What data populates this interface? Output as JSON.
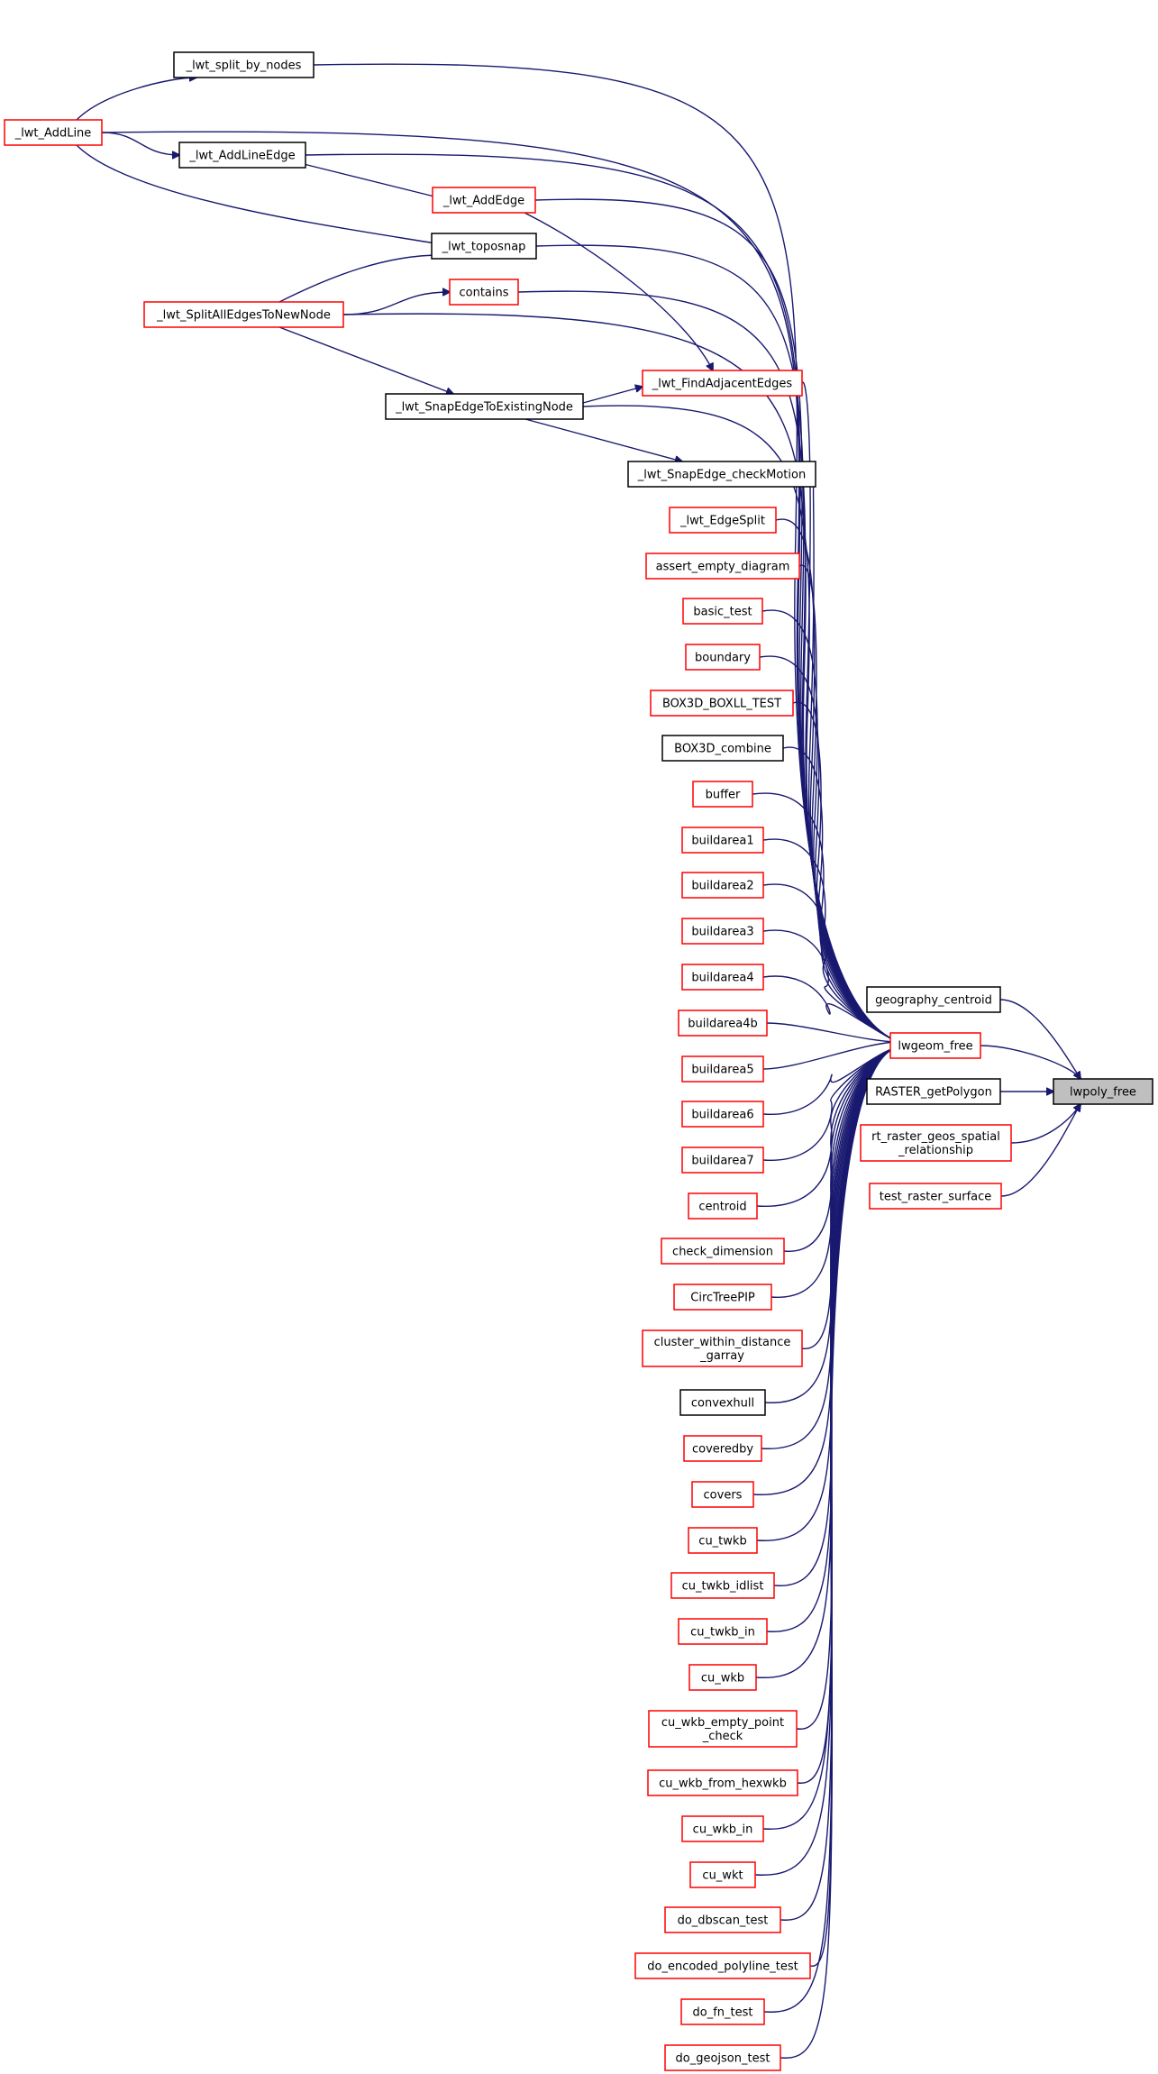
{
  "diagram": {
    "colors": {
      "edge": "#191970",
      "truncated_border": "#ff0000",
      "normal_border": "#000000",
      "root_fill": "#bfbfbf"
    },
    "root": {
      "id": "root",
      "label": [
        "lwpoly_free"
      ]
    },
    "nodes": [
      {
        "id": "geography_centroid",
        "label": [
          "geography_centroid"
        ],
        "border": "black"
      },
      {
        "id": "lwgeom_free",
        "label": [
          "lwgeom_free"
        ],
        "border": "red"
      },
      {
        "id": "RASTER_getPolygon",
        "label": [
          "RASTER_getPolygon"
        ],
        "border": "black"
      },
      {
        "id": "rt_raster_geos",
        "label": [
          "rt_raster_geos_spatial",
          "_relationship"
        ],
        "border": "red"
      },
      {
        "id": "test_raster_surface",
        "label": [
          "test_raster_surface"
        ],
        "border": "red"
      },
      {
        "id": "split_by_nodes",
        "label": [
          "_lwt_split_by_nodes"
        ],
        "border": "black"
      },
      {
        "id": "AddLine",
        "label": [
          "_lwt_AddLine"
        ],
        "border": "red"
      },
      {
        "id": "AddLineEdge",
        "label": [
          "_lwt_AddLineEdge"
        ],
        "border": "black"
      },
      {
        "id": "AddEdge",
        "label": [
          "_lwt_AddEdge"
        ],
        "border": "red"
      },
      {
        "id": "toposnap",
        "label": [
          "_lwt_toposnap"
        ],
        "border": "black"
      },
      {
        "id": "contains",
        "label": [
          "contains"
        ],
        "border": "red"
      },
      {
        "id": "SplitAll",
        "label": [
          "_lwt_SplitAllEdgesToNewNode"
        ],
        "border": "red"
      },
      {
        "id": "FindAdj",
        "label": [
          "_lwt_FindAdjacentEdges"
        ],
        "border": "red"
      },
      {
        "id": "SnapExisting",
        "label": [
          "_lwt_SnapEdgeToExistingNode"
        ],
        "border": "black"
      },
      {
        "id": "SnapCheck",
        "label": [
          "_lwt_SnapEdge_checkMotion"
        ],
        "border": "black"
      },
      {
        "id": "EdgeSplit",
        "label": [
          "_lwt_EdgeSplit"
        ],
        "border": "red"
      },
      {
        "id": "assert_empty_diagram",
        "label": [
          "assert_empty_diagram"
        ],
        "border": "red"
      },
      {
        "id": "basic_test",
        "label": [
          "basic_test"
        ],
        "border": "red"
      },
      {
        "id": "boundary",
        "label": [
          "boundary"
        ],
        "border": "red"
      },
      {
        "id": "BOX3D_BOXLL_TEST",
        "label": [
          "BOX3D_BOXLL_TEST"
        ],
        "border": "red"
      },
      {
        "id": "BOX3D_combine",
        "label": [
          "BOX3D_combine"
        ],
        "border": "black"
      },
      {
        "id": "buffer",
        "label": [
          "buffer"
        ],
        "border": "red"
      },
      {
        "id": "buildarea1",
        "label": [
          "buildarea1"
        ],
        "border": "red"
      },
      {
        "id": "buildarea2",
        "label": [
          "buildarea2"
        ],
        "border": "red"
      },
      {
        "id": "buildarea3",
        "label": [
          "buildarea3"
        ],
        "border": "red"
      },
      {
        "id": "buildarea4",
        "label": [
          "buildarea4"
        ],
        "border": "red"
      },
      {
        "id": "buildarea4b",
        "label": [
          "buildarea4b"
        ],
        "border": "red"
      },
      {
        "id": "buildarea5",
        "label": [
          "buildarea5"
        ],
        "border": "red"
      },
      {
        "id": "buildarea6",
        "label": [
          "buildarea6"
        ],
        "border": "red"
      },
      {
        "id": "buildarea7",
        "label": [
          "buildarea7"
        ],
        "border": "red"
      },
      {
        "id": "centroid",
        "label": [
          "centroid"
        ],
        "border": "red"
      },
      {
        "id": "check_dimension",
        "label": [
          "check_dimension"
        ],
        "border": "red"
      },
      {
        "id": "CircTreePIP",
        "label": [
          "CircTreePIP"
        ],
        "border": "red"
      },
      {
        "id": "cluster_within",
        "label": [
          "cluster_within_distance",
          "_garray"
        ],
        "border": "red"
      },
      {
        "id": "convexhull",
        "label": [
          "convexhull"
        ],
        "border": "black"
      },
      {
        "id": "coveredby",
        "label": [
          "coveredby"
        ],
        "border": "red"
      },
      {
        "id": "covers",
        "label": [
          "covers"
        ],
        "border": "red"
      },
      {
        "id": "cu_twkb",
        "label": [
          "cu_twkb"
        ],
        "border": "red"
      },
      {
        "id": "cu_twkb_idlist",
        "label": [
          "cu_twkb_idlist"
        ],
        "border": "red"
      },
      {
        "id": "cu_twkb_in",
        "label": [
          "cu_twkb_in"
        ],
        "border": "red"
      },
      {
        "id": "cu_wkb",
        "label": [
          "cu_wkb"
        ],
        "border": "red"
      },
      {
        "id": "cu_wkb_empty",
        "label": [
          "cu_wkb_empty_point",
          "_check"
        ],
        "border": "red"
      },
      {
        "id": "cu_wkb_from_hexwkb",
        "label": [
          "cu_wkb_from_hexwkb"
        ],
        "border": "red"
      },
      {
        "id": "cu_wkb_in",
        "label": [
          "cu_wkb_in"
        ],
        "border": "red"
      },
      {
        "id": "cu_wkt",
        "label": [
          "cu_wkt"
        ],
        "border": "red"
      },
      {
        "id": "do_dbscan_test",
        "label": [
          "do_dbscan_test"
        ],
        "border": "red"
      },
      {
        "id": "do_encoded_polyline_test",
        "label": [
          "do_encoded_polyline_test"
        ],
        "border": "red"
      },
      {
        "id": "do_fn_test",
        "label": [
          "do_fn_test"
        ],
        "border": "red"
      },
      {
        "id": "do_geojson_test",
        "label": [
          "do_geojson_test"
        ],
        "border": "red"
      }
    ],
    "edges": [
      {
        "from": "geography_centroid",
        "to": "root"
      },
      {
        "from": "lwgeom_free",
        "to": "root"
      },
      {
        "from": "RASTER_getPolygon",
        "to": "root"
      },
      {
        "from": "rt_raster_geos",
        "to": "root"
      },
      {
        "from": "test_raster_surface",
        "to": "root"
      },
      {
        "from": "split_by_nodes",
        "to": "lwgeom_free"
      },
      {
        "from": "AddLine",
        "to": "split_by_nodes"
      },
      {
        "from": "AddLine",
        "to": "lwgeom_free"
      },
      {
        "from": "AddLine",
        "to": "AddLineEdge"
      },
      {
        "from": "AddLineEdge",
        "to": "lwgeom_free"
      },
      {
        "from": "AddLineEdge",
        "to": "AddEdge"
      },
      {
        "from": "AddLine",
        "to": "toposnap"
      },
      {
        "from": "AddEdge",
        "to": "lwgeom_free"
      },
      {
        "from": "toposnap",
        "to": "lwgeom_free"
      },
      {
        "from": "SplitAll",
        "to": "toposnap"
      },
      {
        "from": "SplitAll",
        "to": "contains"
      },
      {
        "from": "contains",
        "to": "lwgeom_free"
      },
      {
        "from": "SplitAll",
        "to": "lwgeom_free"
      },
      {
        "from": "SplitAll",
        "to": "SnapExisting"
      },
      {
        "from": "AddEdge",
        "to": "FindAdj"
      },
      {
        "from": "SnapExisting",
        "to": "FindAdj"
      },
      {
        "from": "FindAdj",
        "to": "lwgeom_free"
      },
      {
        "from": "SnapExisting",
        "to": "lwgeom_free"
      },
      {
        "from": "SnapExisting",
        "to": "SnapCheck"
      },
      {
        "from": "SnapCheck",
        "to": "lwgeom_free"
      },
      {
        "from": "EdgeSplit",
        "to": "lwgeom_free"
      },
      {
        "from": "assert_empty_diagram",
        "to": "lwgeom_free"
      },
      {
        "from": "basic_test",
        "to": "lwgeom_free"
      },
      {
        "from": "boundary",
        "to": "lwgeom_free"
      },
      {
        "from": "BOX3D_BOXLL_TEST",
        "to": "lwgeom_free"
      },
      {
        "from": "BOX3D_combine",
        "to": "lwgeom_free"
      },
      {
        "from": "buffer",
        "to": "lwgeom_free"
      },
      {
        "from": "buildarea1",
        "to": "lwgeom_free"
      },
      {
        "from": "buildarea2",
        "to": "lwgeom_free"
      },
      {
        "from": "buildarea3",
        "to": "lwgeom_free"
      },
      {
        "from": "buildarea4",
        "to": "lwgeom_free"
      },
      {
        "from": "buildarea4b",
        "to": "lwgeom_free"
      },
      {
        "from": "buildarea5",
        "to": "lwgeom_free"
      },
      {
        "from": "buildarea6",
        "to": "lwgeom_free"
      },
      {
        "from": "buildarea7",
        "to": "lwgeom_free"
      },
      {
        "from": "centroid",
        "to": "lwgeom_free"
      },
      {
        "from": "check_dimension",
        "to": "lwgeom_free"
      },
      {
        "from": "CircTreePIP",
        "to": "lwgeom_free"
      },
      {
        "from": "cluster_within",
        "to": "lwgeom_free"
      },
      {
        "from": "convexhull",
        "to": "lwgeom_free"
      },
      {
        "from": "coveredby",
        "to": "lwgeom_free"
      },
      {
        "from": "covers",
        "to": "lwgeom_free"
      },
      {
        "from": "cu_twkb",
        "to": "lwgeom_free"
      },
      {
        "from": "cu_twkb_idlist",
        "to": "lwgeom_free"
      },
      {
        "from": "cu_twkb_in",
        "to": "lwgeom_free"
      },
      {
        "from": "cu_wkb",
        "to": "lwgeom_free"
      },
      {
        "from": "cu_wkb_empty",
        "to": "lwgeom_free"
      },
      {
        "from": "cu_wkb_from_hexwkb",
        "to": "lwgeom_free"
      },
      {
        "from": "cu_wkb_in",
        "to": "lwgeom_free"
      },
      {
        "from": "cu_wkt",
        "to": "lwgeom_free"
      },
      {
        "from": "do_dbscan_test",
        "to": "lwgeom_free"
      },
      {
        "from": "do_encoded_polyline_test",
        "to": "lwgeom_free"
      },
      {
        "from": "do_fn_test",
        "to": "lwgeom_free"
      },
      {
        "from": "do_geojson_test",
        "to": "lwgeom_free"
      }
    ]
  }
}
